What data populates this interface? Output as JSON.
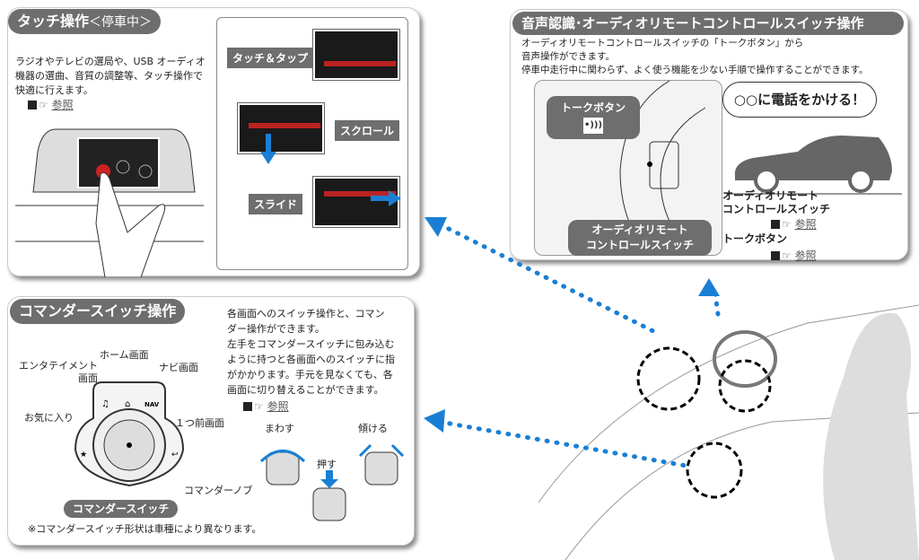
{
  "touch": {
    "title": "タッチ操作",
    "title_sub": "＜停車中＞",
    "body": "ラジオやテレビの選局や、USB オーディオ\n機器の選曲、音質の調整等、タッチ操作で\n快適に行えます。",
    "ref": "参照",
    "tap": "タッチ＆タップ",
    "scroll": "スクロール",
    "slide": "スライド"
  },
  "voice": {
    "title": "音声認識･オーディオリモートコントロールスイッチ操作",
    "body": "オーディオリモートコントロールスイッチの「トークボタン」から\n音声操作ができます。\n停車中走行中に関わらず、よく使う機能を少ない手順で操作することができます。",
    "talk_button": "トークボタン",
    "switch_label": "オーディオリモート\nコントロールスイッチ",
    "speech": "○○に電話をかける！",
    "side_switch": "オーディオリモート\nコントロールスイッチ",
    "side_ref1": "参照",
    "side_talk": "トークボタン",
    "side_ref2": "参照"
  },
  "commander": {
    "title": "コマンダースイッチ操作",
    "body": "各画面へのスイッチ操作と、コマン\nダー操作ができます。\n左手をコマンダースイッチに包み込む\nように持つと各画面へのスイッチに指\nがかかります。手元を見なくても、各\n画面に切り替えることができます。",
    "ref": "参照",
    "labels": {
      "home": "ホーム画面",
      "entertainment": "エンタテイメント\n画面",
      "nav": "ナビ画面",
      "favorite": "お気に入り",
      "back": "１つ前画面",
      "knob": "コマンダーノブ"
    },
    "nav_icon": "NAV",
    "badge": "コマンダースイッチ",
    "note": "※コマンダースイッチ形状は車種により異なります。",
    "rotate": "まわす",
    "push": "押す",
    "tilt": "傾ける"
  },
  "colors": {
    "accent": "#1a7fd4",
    "pill": "#6e6e6e"
  }
}
